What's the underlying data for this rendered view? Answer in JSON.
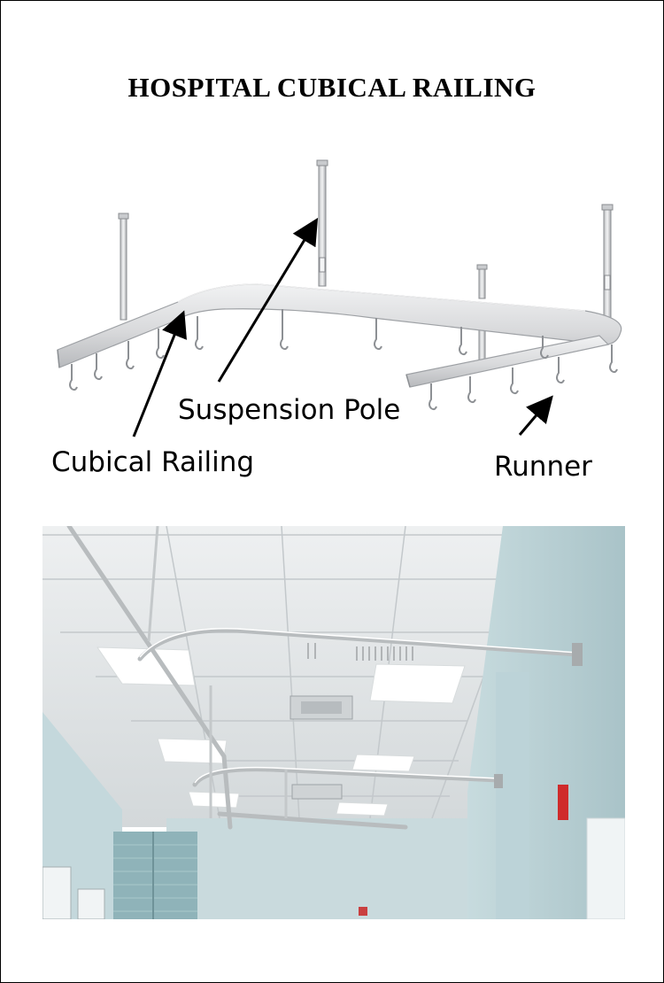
{
  "title": "HOSPITAL CUBICAL RAILING",
  "labels": {
    "suspension_pole": "Suspension Pole",
    "cubical_railing": "Cubical Railing",
    "runner": "Runner"
  },
  "colors": {
    "rail": "#d9dadc",
    "rail_edge": "#9ea1a5",
    "hook": "#8d9094",
    "ceiling": "#e9ecee",
    "wall": "#b9cfd3"
  }
}
